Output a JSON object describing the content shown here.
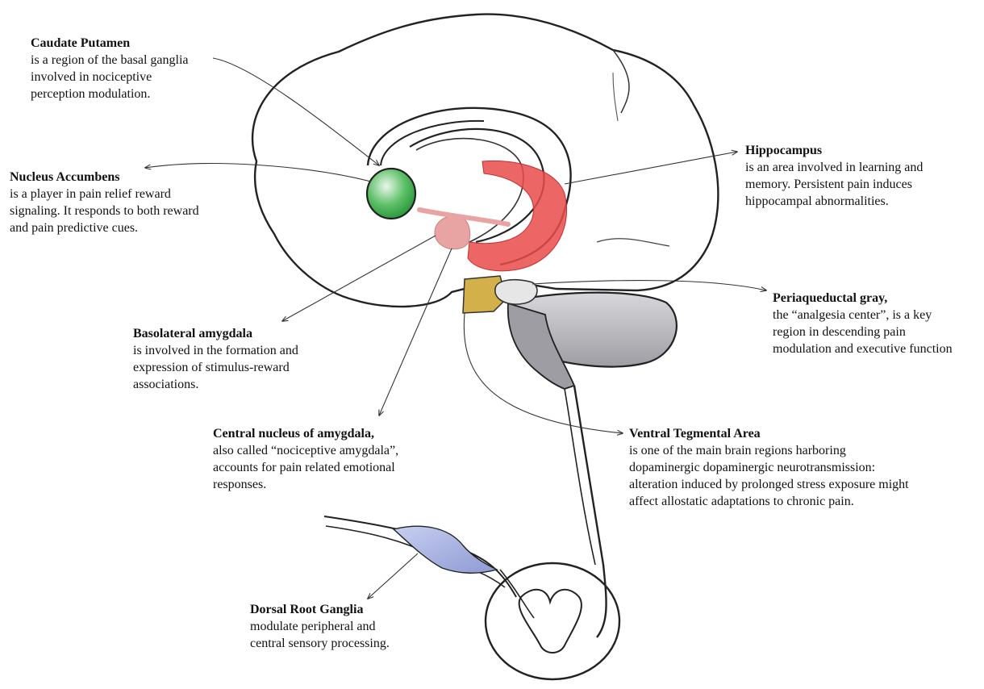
{
  "labels": {
    "caudate": {
      "title": "Caudate Putamen",
      "desc": "is a region of the basal ganglia\ninvolved in nociceptive\nperception modulation."
    },
    "accumbens": {
      "title": "Nucleus Accumbens",
      "desc": "is a player in pain relief reward\nsignaling. It responds to both reward\nand pain predictive cues."
    },
    "basolateral": {
      "title": "Basolateral amygdala",
      "desc": "is involved in the formation and\nexpression of stimulus-reward\nassociations."
    },
    "central": {
      "title": "Central nucleus of amygdala,",
      "desc": "also called “nociceptive amygdala”,\naccounts for pain related emotional\nresponses."
    },
    "drg": {
      "title": "Dorsal Root Ganglia",
      "desc": "modulate peripheral and\ncentral sensory processing."
    },
    "hippocampus": {
      "title": "Hippocampus",
      "desc": "is  an area involved in learning and\nmemory. Persistent pain induces\nhippocampal abnormalities."
    },
    "pag": {
      "title": "Periaqueductal gray,",
      "desc": "the “analgesia center”, is a key\nregion in descending pain\nmodulation and executive function"
    },
    "vta": {
      "title": "Ventral Tegmental Area",
      "desc": "is one of the main brain regions harboring\ndopaminergic dopaminergic neurotransmission:\nalteration induced by prolonged stress exposure might\naffect allostatic adaptations to chronic pain."
    }
  },
  "colors": {
    "caudate": "#3fae4f",
    "amygdala": "#e8a3a3",
    "hippocampus": "#ea4b4b",
    "vta": "#d4b04a",
    "pag": "#c8c8c8",
    "cerebellum": "#b9b9bd",
    "drg": "#a9b3de",
    "outline": "#222222"
  }
}
